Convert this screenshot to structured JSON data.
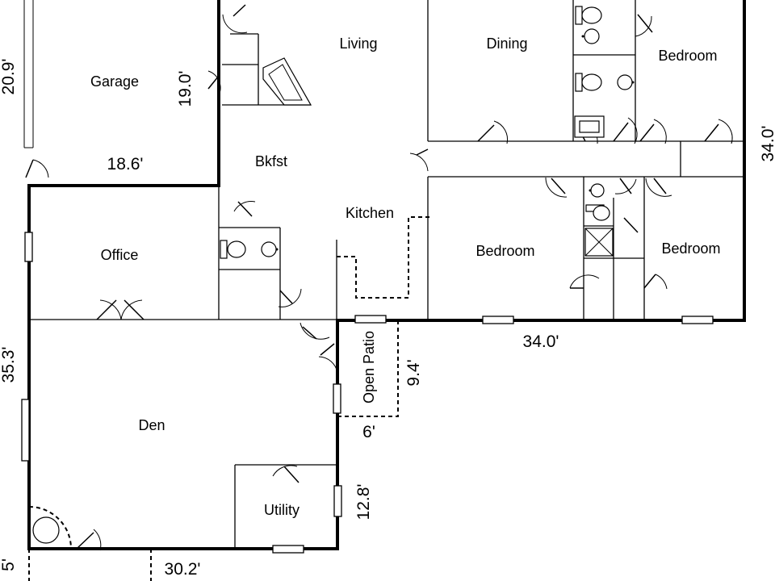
{
  "rooms": {
    "garage": "Garage",
    "living": "Living",
    "dining": "Dining",
    "bedroom_ne": "Bedroom",
    "bkfst": "Bkfst",
    "kitchen": "Kitchen",
    "office": "Office",
    "bedroom_center": "Bedroom",
    "bedroom_east": "Bedroom",
    "den": "Den",
    "utility": "Utility",
    "open_patio": "Open Patio"
  },
  "dimensions": {
    "garage_width": "18.6'",
    "garage_depth": "19.0'",
    "left_top": "20.9'",
    "left_main": "35.3'",
    "left_bottom": "5'",
    "right_side": "34.0'",
    "bedroom_wing_width": "34.0'",
    "patio_depth": "9.4'",
    "patio_width": "6'",
    "utility_depth": "12.8'",
    "den_width": "30.2'"
  }
}
